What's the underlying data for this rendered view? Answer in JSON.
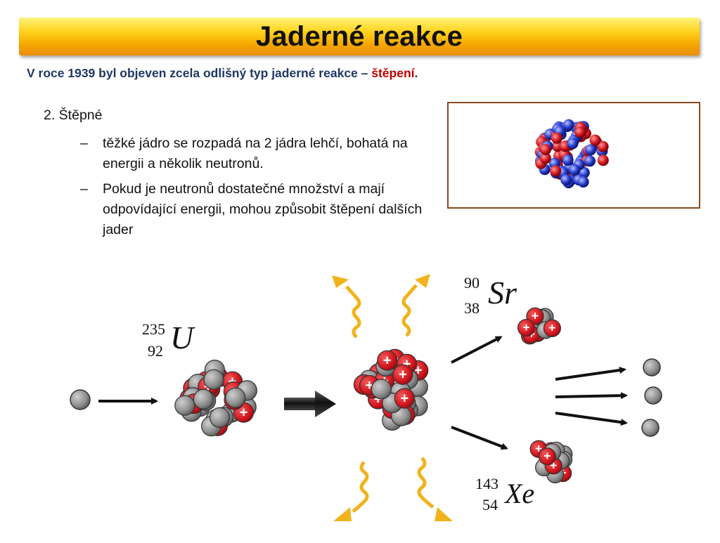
{
  "title": "Jaderné reakce",
  "subtitle": {
    "text": "V roce 1939 byl objeven zcela odlišný typ jaderné reakce – ",
    "highlight": "štěpení",
    "end": "."
  },
  "content": {
    "heading": "2. Štěpné",
    "bullets": [
      {
        "dash": "–",
        "text": "těžké jádro se rozpadá na 2 jádra lehčí, bohatá na energii a několik neutronů."
      },
      {
        "dash": "–",
        "text": "Pokud je neutronů dostatečné množství a mají odpovídající energii, mohou způsobit štěpení dalších jader"
      }
    ]
  },
  "isotopes": {
    "uranium": {
      "mass": "235",
      "atomic": "92",
      "symbol": "U"
    },
    "strontium": {
      "mass": "90",
      "atomic": "38",
      "symbol": "Sr"
    },
    "xenon": {
      "mass": "143",
      "atomic": "54",
      "symbol": "Xe"
    }
  },
  "proton_sign": "+",
  "colors": {
    "title_bar_top": "#fff27a",
    "title_bar_bottom": "#e8900a",
    "subtitle": "#1f3864",
    "highlight": "#c00000",
    "proton": "#d2151e",
    "neutron": "#8f8f8f",
    "gamma": "#f2b21b",
    "box_border": "#8b4a1c"
  }
}
